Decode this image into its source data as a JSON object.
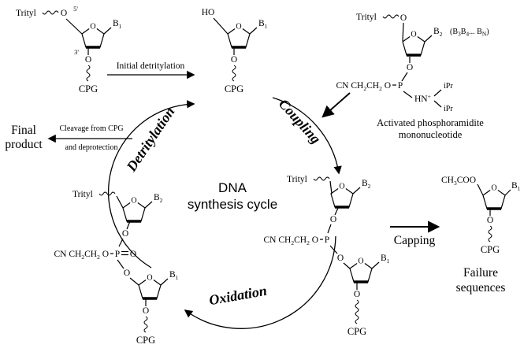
{
  "colors": {
    "ink": "#000000",
    "background": "#ffffff"
  },
  "title": {
    "line1": "DNA",
    "line2": "synthesis cycle"
  },
  "cycle": {
    "detritylation": "Detritylation",
    "coupling": "Coupling",
    "oxidation": "Oxidation"
  },
  "arrows": {
    "initial_detritylation": "Initial detritylation",
    "cleavage_line1": "Cleavage from CPG",
    "cleavage_line2": "and deprotection",
    "capping": "Capping"
  },
  "final_product": {
    "line1": "Final",
    "line2": "product"
  },
  "captions": {
    "activated_line1": "Activated phosphoramidite",
    "activated_line2": "mononucleotide",
    "failure_line1": "Failure",
    "failure_line2": "sequences"
  },
  "chem": {
    "trityl": "Trityl",
    "ho": "HO",
    "o": "O",
    "p": "P",
    "cpg": "CPG",
    "five_prime": "5'",
    "three_prime": "3'",
    "b": "B",
    "sub1": "1",
    "sub2": "2",
    "bn_series": {
      "p1": "(B",
      "s1": "3",
      "p2": "B",
      "s2": "4",
      "p3": "... B",
      "s3": "N",
      "p4": ")"
    },
    "cyanoethyl": {
      "p1": "CN CH",
      "s1": "2",
      "p2": "CH",
      "s2": "2",
      "p3": " O"
    },
    "amine": {
      "main": "HN",
      "sup": "+"
    },
    "ipr": "iPr",
    "acetyl": {
      "p1": "CH",
      "s1": "3",
      "p2": "COO"
    }
  }
}
